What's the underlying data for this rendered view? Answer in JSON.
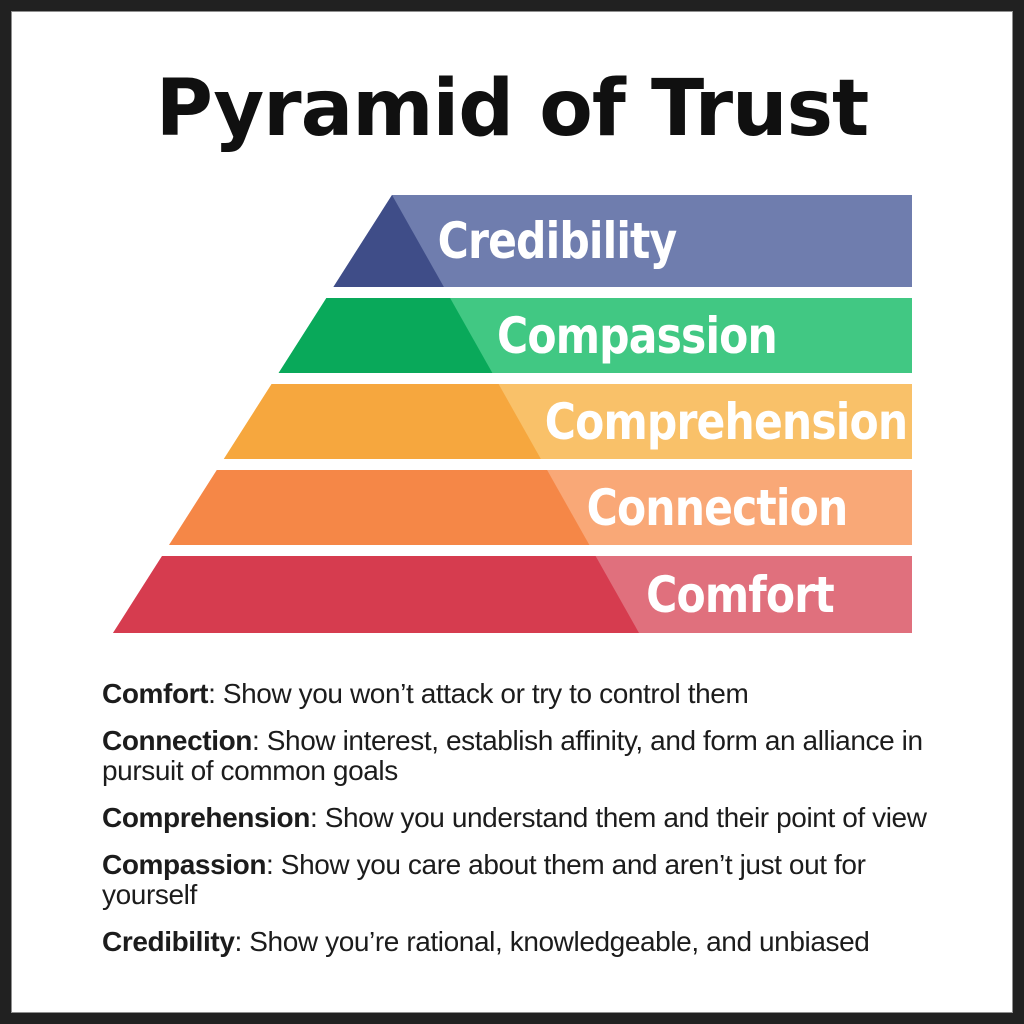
{
  "title": "Pyramid of Trust",
  "pyramid": {
    "levels": [
      {
        "label": "Credibility",
        "dark": "#3F4D88",
        "light": "#6F7DAE"
      },
      {
        "label": "Compassion",
        "dark": "#09A95A",
        "light": "#41C883"
      },
      {
        "label": "Comprehension",
        "dark": "#F6A73E",
        "light": "#F9C169"
      },
      {
        "label": "Connection",
        "dark": "#F58747",
        "light": "#F9A877"
      },
      {
        "label": "Comfort",
        "dark": "#D63C4F",
        "light": "#E0707D"
      }
    ]
  },
  "definitions": [
    {
      "term": "Comfort",
      "text": ": Show you won’t attack or try to control them"
    },
    {
      "term": "Connection",
      "text": ": Show interest, establish affinity, and form an alliance in\npursuit of common goals"
    },
    {
      "term": "Comprehension",
      "text": ": Show you understand them and their point of view"
    },
    {
      "term": "Compassion",
      "text": ": Show you care about them and aren’t just out for\nyourself"
    },
    {
      "term": "Credibility",
      "text": ": Show you’re rational, knowledgeable, and unbiased"
    }
  ],
  "frame": {
    "border_color": "#212121",
    "inner_line_color": "#8f8f8f",
    "background": "#ffffff"
  },
  "label_text_color": "#ffffff"
}
